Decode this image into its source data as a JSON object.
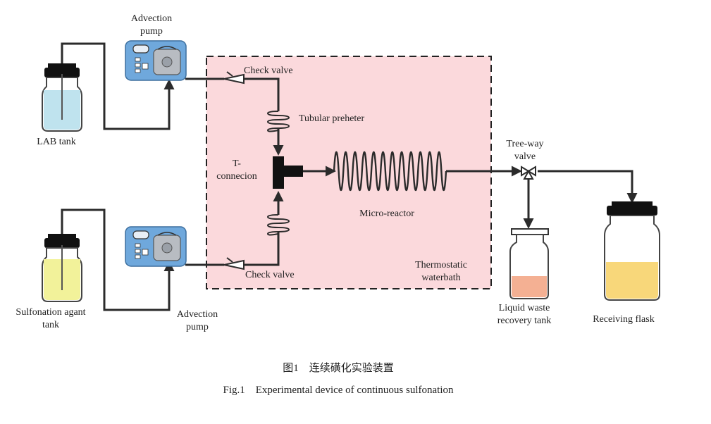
{
  "labels": {
    "advection_pump_top": [
      "Advection",
      "pump"
    ],
    "lab_tank": "LAB tank",
    "check_valve_top": "Check valve",
    "tubular_preheater": "Tubular preheter",
    "t_connection": [
      "T-",
      "connecion"
    ],
    "micro_reactor": "Micro-reactor",
    "thermostatic_waterbath": [
      "Thermostatic",
      "waterbath"
    ],
    "check_valve_bottom": "Check valve",
    "sulfonation_tank": [
      "Sulfonation agant",
      "tank"
    ],
    "advection_pump_bottom": [
      "Advection",
      "pump"
    ],
    "three_way_valve": [
      "Tree-way",
      "valve"
    ],
    "liquid_waste_tank": [
      "Liquid waste",
      "recovery tank"
    ],
    "receiving_flask": "Receiving flask"
  },
  "caption": {
    "zh": "图1　连续磺化实验装置",
    "en": "Fig.1　Experimental device of continuous sulfonation"
  },
  "colors": {
    "waterbath_fill": "#fbd9dc",
    "pump_body": "#6fa8dc",
    "lab_liquid": "#bfe3ee",
    "sulfonation_liquid": "#f2f29a",
    "waste_liquid": "#f4b093",
    "receiving_liquid": "#f8d77a",
    "line": "#2b2b2b"
  }
}
